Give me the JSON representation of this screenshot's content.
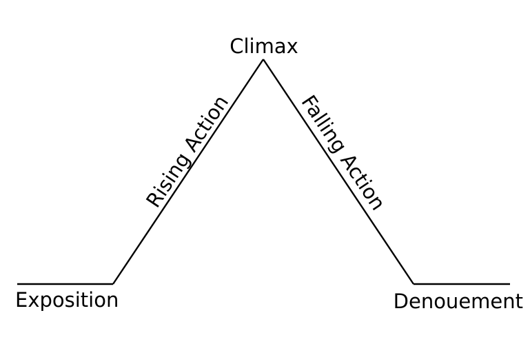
{
  "diagram": {
    "stages": {
      "exposition": "Exposition",
      "rising_action": "Rising Action",
      "climax": "Climax",
      "falling_action": "Falling Action",
      "denouement": "Denouement"
    },
    "line_color": "#000000",
    "background_color": "#ffffff"
  }
}
